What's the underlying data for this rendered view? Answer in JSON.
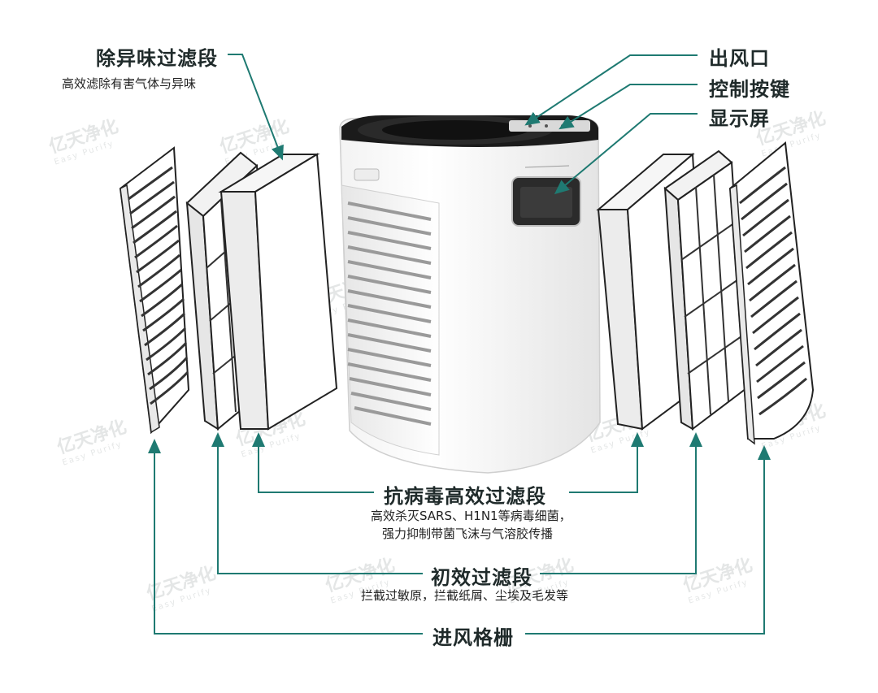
{
  "labels": {
    "odor_filter_title": "除异味过滤段",
    "odor_filter_desc": "高效滤除有害气体与异味",
    "outlet": "出风口",
    "control_keys": "控制按键",
    "display": "显示屏",
    "antivirus_title": "抗病毒高效过滤段",
    "antivirus_desc_1": "高效杀灭SARS、H1N1等病毒细菌，",
    "antivirus_desc_2": "强力抑制带菌飞沫与气溶胶传播",
    "primary_title": "初效过滤段",
    "primary_desc": "拦截过敏原，拦截纸屑、尘埃及毛发等",
    "grille_title": "进风格栅"
  },
  "watermark": {
    "text": "亿天净化",
    "subtext": "Easy Purify"
  },
  "colors": {
    "line": "#1f7a72",
    "title": "#1f2a2a",
    "body": "#ffffff",
    "top": "#1b1b1b"
  }
}
